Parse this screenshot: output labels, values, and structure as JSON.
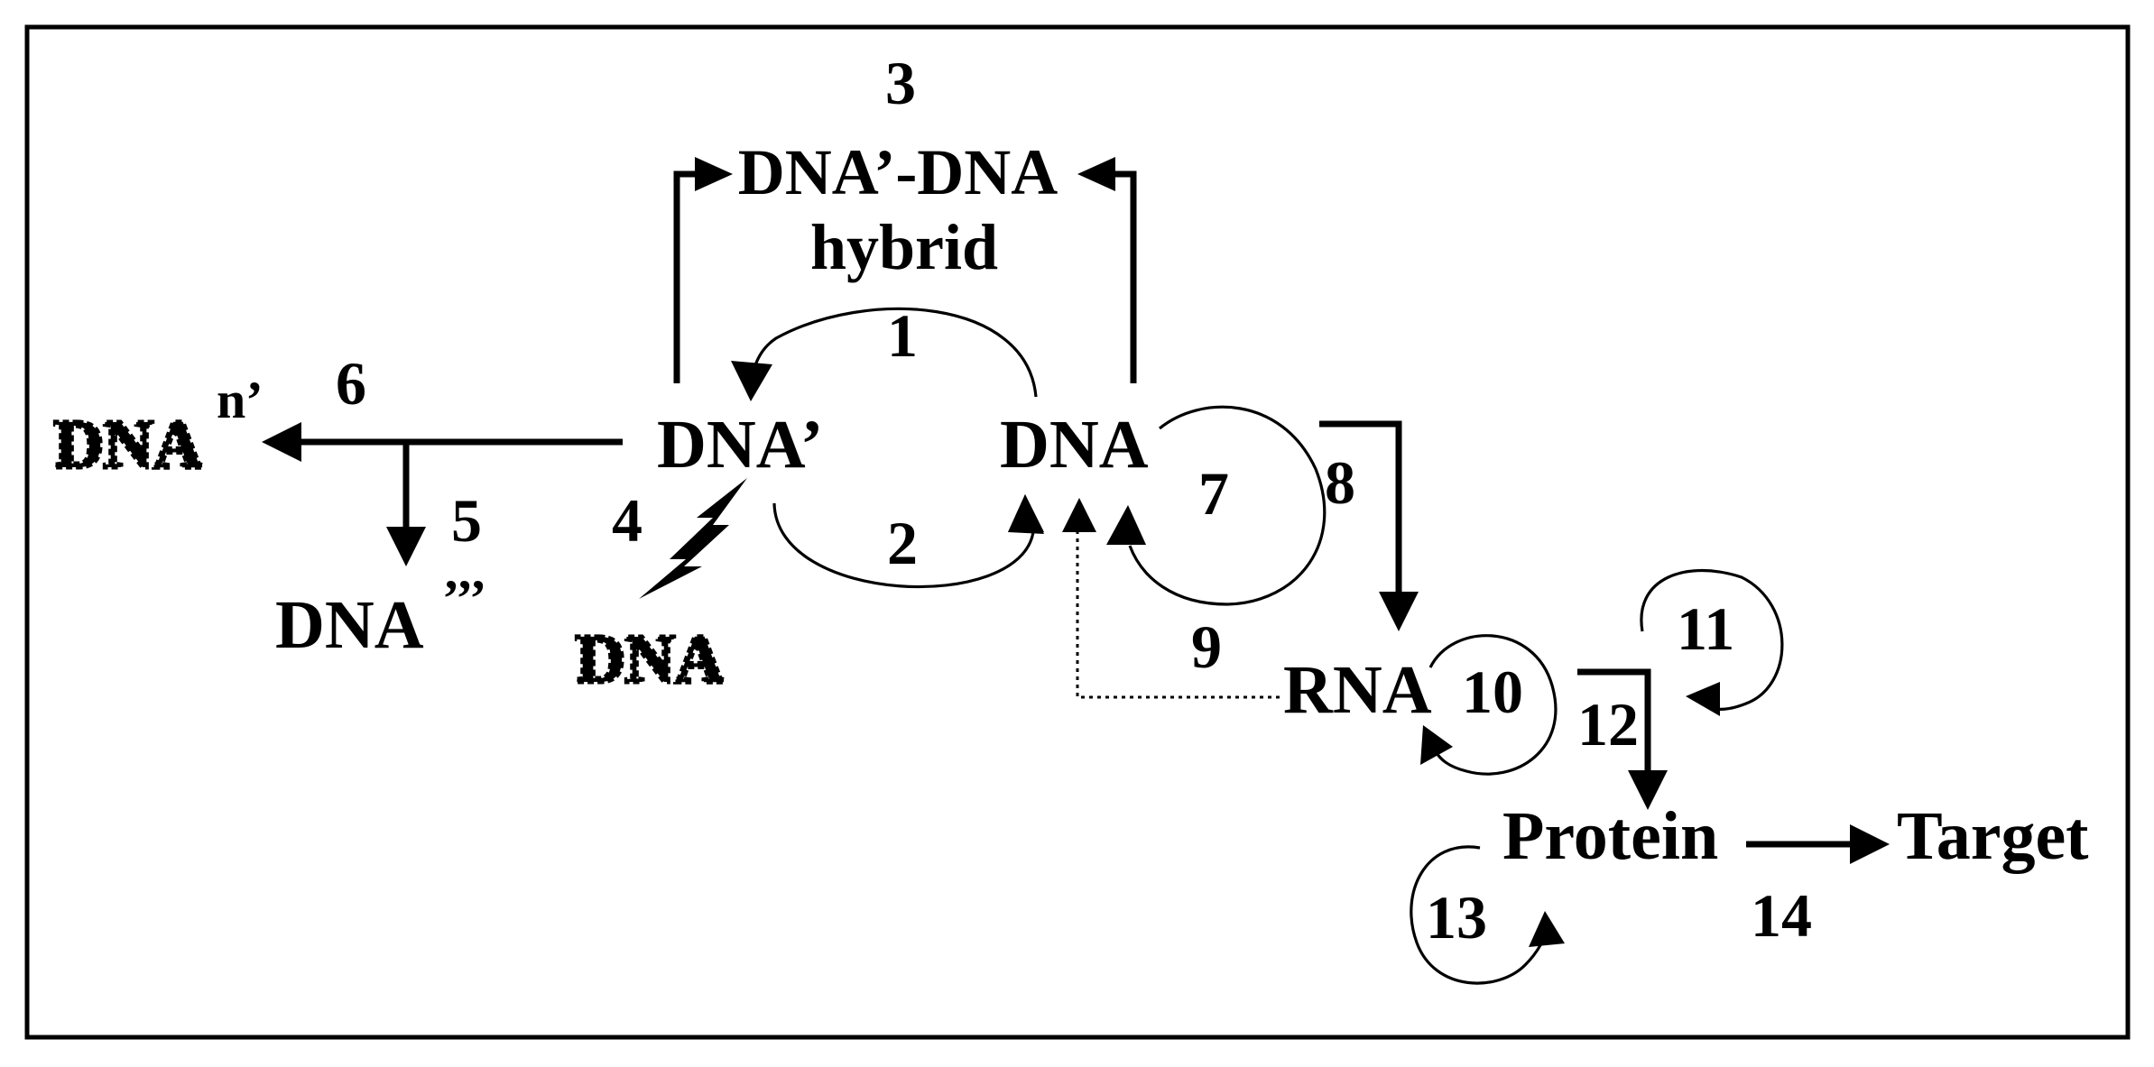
{
  "nodes": {
    "dna_prime": "DNA’",
    "dna": "DNA",
    "hybrid_line1": "DNA’-DNA",
    "hybrid_line2": "hybrid",
    "dna_n_base": "DNA",
    "dna_n_sup": "n’",
    "dna_triple_base": "DNA",
    "dna_triple_sup": "’’’",
    "dna_damaged": "DNA",
    "rna": "RNA",
    "protein": "Protein",
    "target": "Target"
  },
  "steps": {
    "s1": "1",
    "s2": "2",
    "s3": "3",
    "s4": "4",
    "s5": "5",
    "s6": "6",
    "s7": "7",
    "s8": "8",
    "s9": "9",
    "s10": "10",
    "s11": "11",
    "s12": "12",
    "s13": "13",
    "s14": "14"
  },
  "colors": {
    "ink": "#000000",
    "background": "#ffffff"
  },
  "icons": {
    "damage": "lightning-bolt-icon"
  }
}
